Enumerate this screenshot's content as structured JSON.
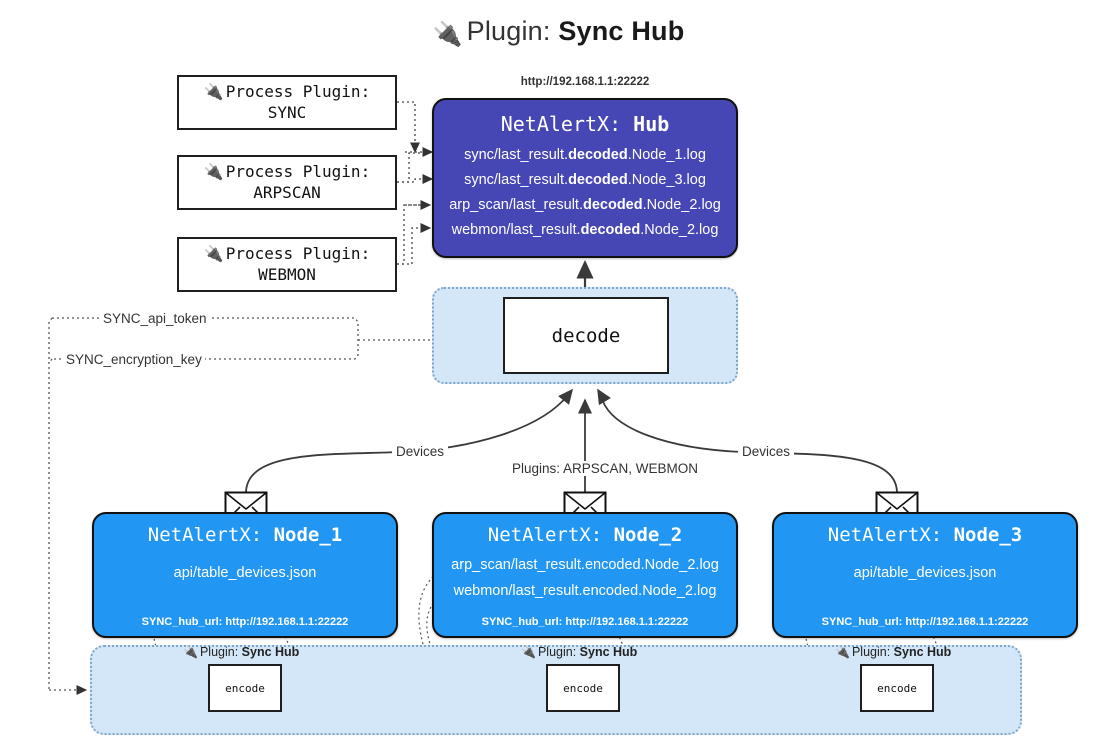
{
  "title": {
    "icon": "plug-icon",
    "prefix": "Plugin:",
    "name": "Sync Hub"
  },
  "process_plugins": [
    {
      "label": "Process Plugin:",
      "name": "SYNC",
      "icon": "plug-icon"
    },
    {
      "label": "Process Plugin:",
      "name": "ARPSCAN",
      "icon": "plug-icon"
    },
    {
      "label": "Process Plugin:",
      "name": "WEBMON",
      "icon": "plug-icon"
    }
  ],
  "hub": {
    "url": "http://192.168.1.1:22222",
    "title_prefix": "NetAlertX:",
    "title_name": "Hub",
    "logs": [
      {
        "pre": "sync/last_result.",
        "em": "decoded",
        "post": ".Node_1.log"
      },
      {
        "pre": "sync/last_result.",
        "em": "decoded",
        "post": ".Node_3.log"
      },
      {
        "pre": "arp_scan/last_result.",
        "em": "decoded",
        "post": ".Node_2.log"
      },
      {
        "pre": "webmon/last_result.",
        "em": "decoded",
        "post": ".Node_2.log"
      }
    ]
  },
  "decode": {
    "label": "decode"
  },
  "secrets": [
    {
      "label": "SYNC_api_token"
    },
    {
      "label": "SYNC_encryption_key"
    }
  ],
  "edge_labels": {
    "devices_left": "Devices",
    "plugins_center": "Plugins: ARPSCAN, WEBMON",
    "devices_right": "Devices"
  },
  "nodes": [
    {
      "title_prefix": "NetAlertX:",
      "title_name": "Node_1",
      "lines": [
        "api/table_devices.json"
      ],
      "hub_url": "SYNC_hub_url: http://192.168.1.1:22222",
      "mail_icon": "envelope-icon"
    },
    {
      "title_prefix": "NetAlertX:",
      "title_name": "Node_2",
      "lines": [
        "arp_scan/last_result.encoded.Node_2.log",
        "webmon/last_result.encoded.Node_2.log"
      ],
      "hub_url": "SYNC_hub_url: http://192.168.1.1:22222",
      "mail_icon": "envelope-icon"
    },
    {
      "title_prefix": "NetAlertX:",
      "title_name": "Node_3",
      "lines": [
        "api/table_devices.json"
      ],
      "hub_url": "SYNC_hub_url: http://192.168.1.1:22222",
      "mail_icon": "envelope-icon"
    }
  ],
  "encoders": [
    {
      "plugin_prefix": "Plugin:",
      "plugin_name": "Sync Hub",
      "label": "encode",
      "icon": "plug-icon"
    },
    {
      "plugin_prefix": "Plugin:",
      "plugin_name": "Sync Hub",
      "label": "encode",
      "icon": "plug-icon"
    },
    {
      "plugin_prefix": "Plugin:",
      "plugin_name": "Sync Hub",
      "label": "encode",
      "icon": "plug-icon"
    }
  ],
  "colors": {
    "hub_fill": "#4646b4",
    "node_fill": "#2196f3",
    "band_fill": "#d4e7f8",
    "band_border": "#7fa6c6",
    "stroke": "#1f1f1f"
  }
}
